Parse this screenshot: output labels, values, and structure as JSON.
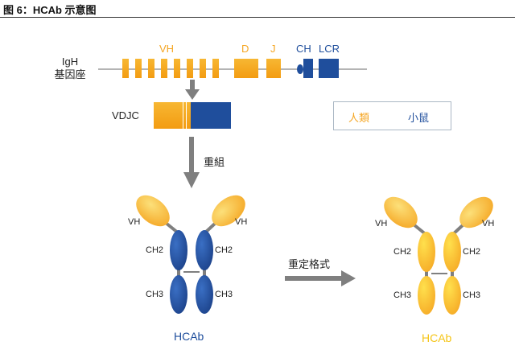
{
  "figure": {
    "title": "图 6：HCAb 示意图"
  },
  "locus": {
    "label_line1": "IgH",
    "label_line2": "基因座",
    "segments": {
      "vh": "VH",
      "d": "D",
      "j": "J",
      "ch": "CH",
      "lcr": "LCR"
    }
  },
  "vdjc": {
    "label": "VDJC"
  },
  "rearrangement": {
    "label": "重組"
  },
  "legend": {
    "human": "人類",
    "mouse": "小鼠"
  },
  "antibody_left": {
    "vh_left": "VH",
    "vh_right": "VH",
    "ch2_left": "CH2",
    "ch2_right": "CH2",
    "ch3_left": "CH3",
    "ch3_right": "CH3",
    "title": "HCAb"
  },
  "reformat": {
    "label": "重定格式"
  },
  "antibody_right": {
    "vh_left": "VH",
    "vh_right": "VH",
    "ch2_left": "CH2",
    "ch2_right": "CH2",
    "ch3_left": "CH3",
    "ch3_right": "CH3",
    "title": "HCAb"
  },
  "colors": {
    "human_orange": "#f5a623",
    "mouse_blue": "#1f4e9c",
    "connector_gray": "#7f7f7f"
  }
}
